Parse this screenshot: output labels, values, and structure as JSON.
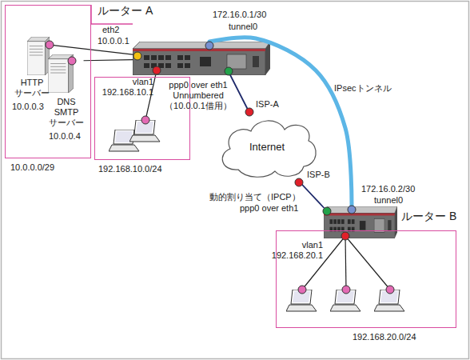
{
  "diagram": {
    "nodes": [
      {
        "text": [
          "10.0.0.0/29"
        ]
      },
      {
        "text": [
          "HTTP サーバー",
          "10.0.0.3"
        ],
        "in": 0
      },
      {
        "text": [
          "DNS SMTP サーバー",
          "10.0.0.4"
        ],
        "in": 0
      },
      {
        "text": [
          "192.168.10.0/24"
        ]
      },
      {
        "text": [
          "ルーター A"
        ]
      },
      {
        "text": [
          "Internet"
        ]
      },
      {
        "text": [
          "ルーター B"
        ]
      },
      {
        "text": [
          "192.168.20.0/24"
        ]
      }
    ],
    "edges": [
      {
        "from": 1,
        "to": 4,
        "arrow": "none"
      },
      {
        "from": 2,
        "to": 4,
        "arrow": "none"
      },
      {
        "from": 4,
        "to": 5,
        "label": "ISP-A",
        "arrow": "none"
      },
      {
        "from": 5,
        "to": 6,
        "label": "ISP-B",
        "arrow": "none"
      },
      {
        "from": 4,
        "to": 6,
        "label": "IPsecトンネル",
        "arrow": "none"
      }
    ],
    "labels": [
      "eth2",
      "10.0.0.1",
      "172.16.0.1/30",
      "tunnel0",
      "vlan1",
      "192.168.10.1",
      "ppp0 over eth1",
      "Unnumbered",
      "（10.0.0.1借用）",
      "動的割り当て（IPCP）",
      "ppp0 over eth1",
      "172.16.0.2/30",
      "tunnel0",
      "vlan1",
      "192.168.20.1"
    ]
  }
}
